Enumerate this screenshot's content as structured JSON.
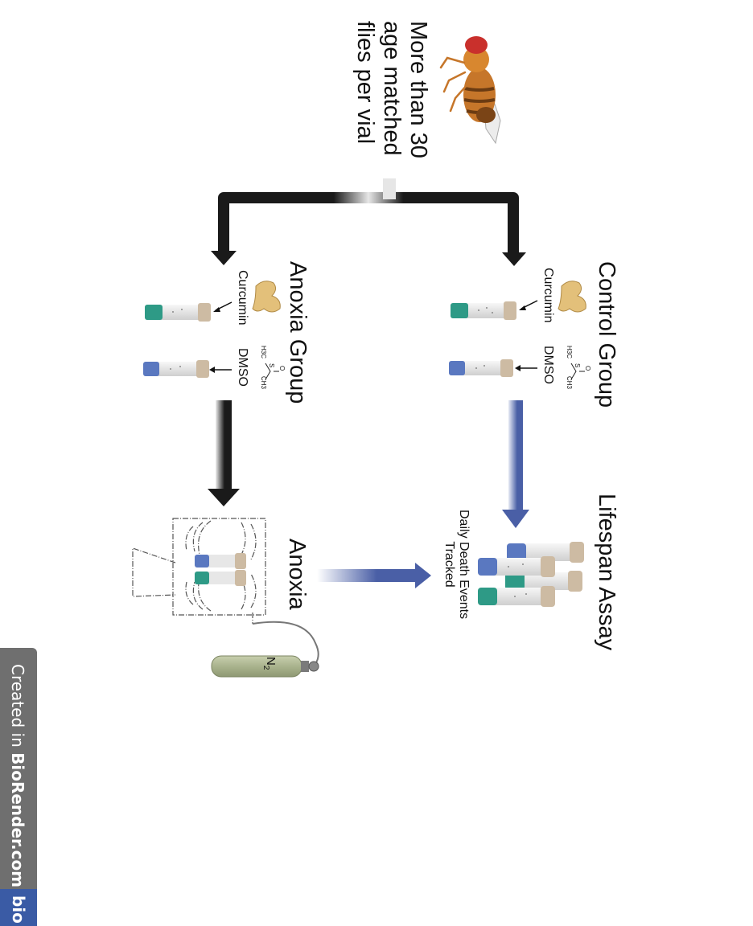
{
  "intro": {
    "lines": [
      "More than 30",
      "age matched",
      "flies per vial"
    ]
  },
  "control_group": {
    "title": "Control Group",
    "curcumin_label": "Curcumin",
    "dmso_label": "DMSO"
  },
  "anoxia_group": {
    "title": "Anoxia Group",
    "curcumin_label": "Curcumin",
    "dmso_label": "DMSO"
  },
  "anoxia": {
    "title": "Anoxia",
    "gas_symbol": "N",
    "gas_subscript": "2"
  },
  "lifespan": {
    "title": "Lifespan Assay",
    "lines": [
      "Daily Death Events",
      "Tracked"
    ]
  },
  "chemistry": {
    "h3c": "H3C",
    "s": "S",
    "o": "O",
    "ch3": "CH3"
  },
  "credit": {
    "prefix": "Created in ",
    "brand": "BioRender.com",
    "logo": "bio"
  },
  "colors": {
    "arrow_dark": "#1a1a1a",
    "arrow_blue": "#4a5fa6",
    "curcumin_cap": "#2e9a86",
    "dmso_cap": "#5a78c0",
    "vial_body": "#ececec",
    "vial_plug": "#cdbba3",
    "cylinder": "#a9b38d",
    "badge": "#6f6f6f"
  },
  "icons": [
    "fruit-fly-icon",
    "ginger-root-icon",
    "dmso-molecule-icon",
    "vial-icon",
    "anoxia-chamber-icon",
    "nitrogen-cylinder-icon"
  ]
}
